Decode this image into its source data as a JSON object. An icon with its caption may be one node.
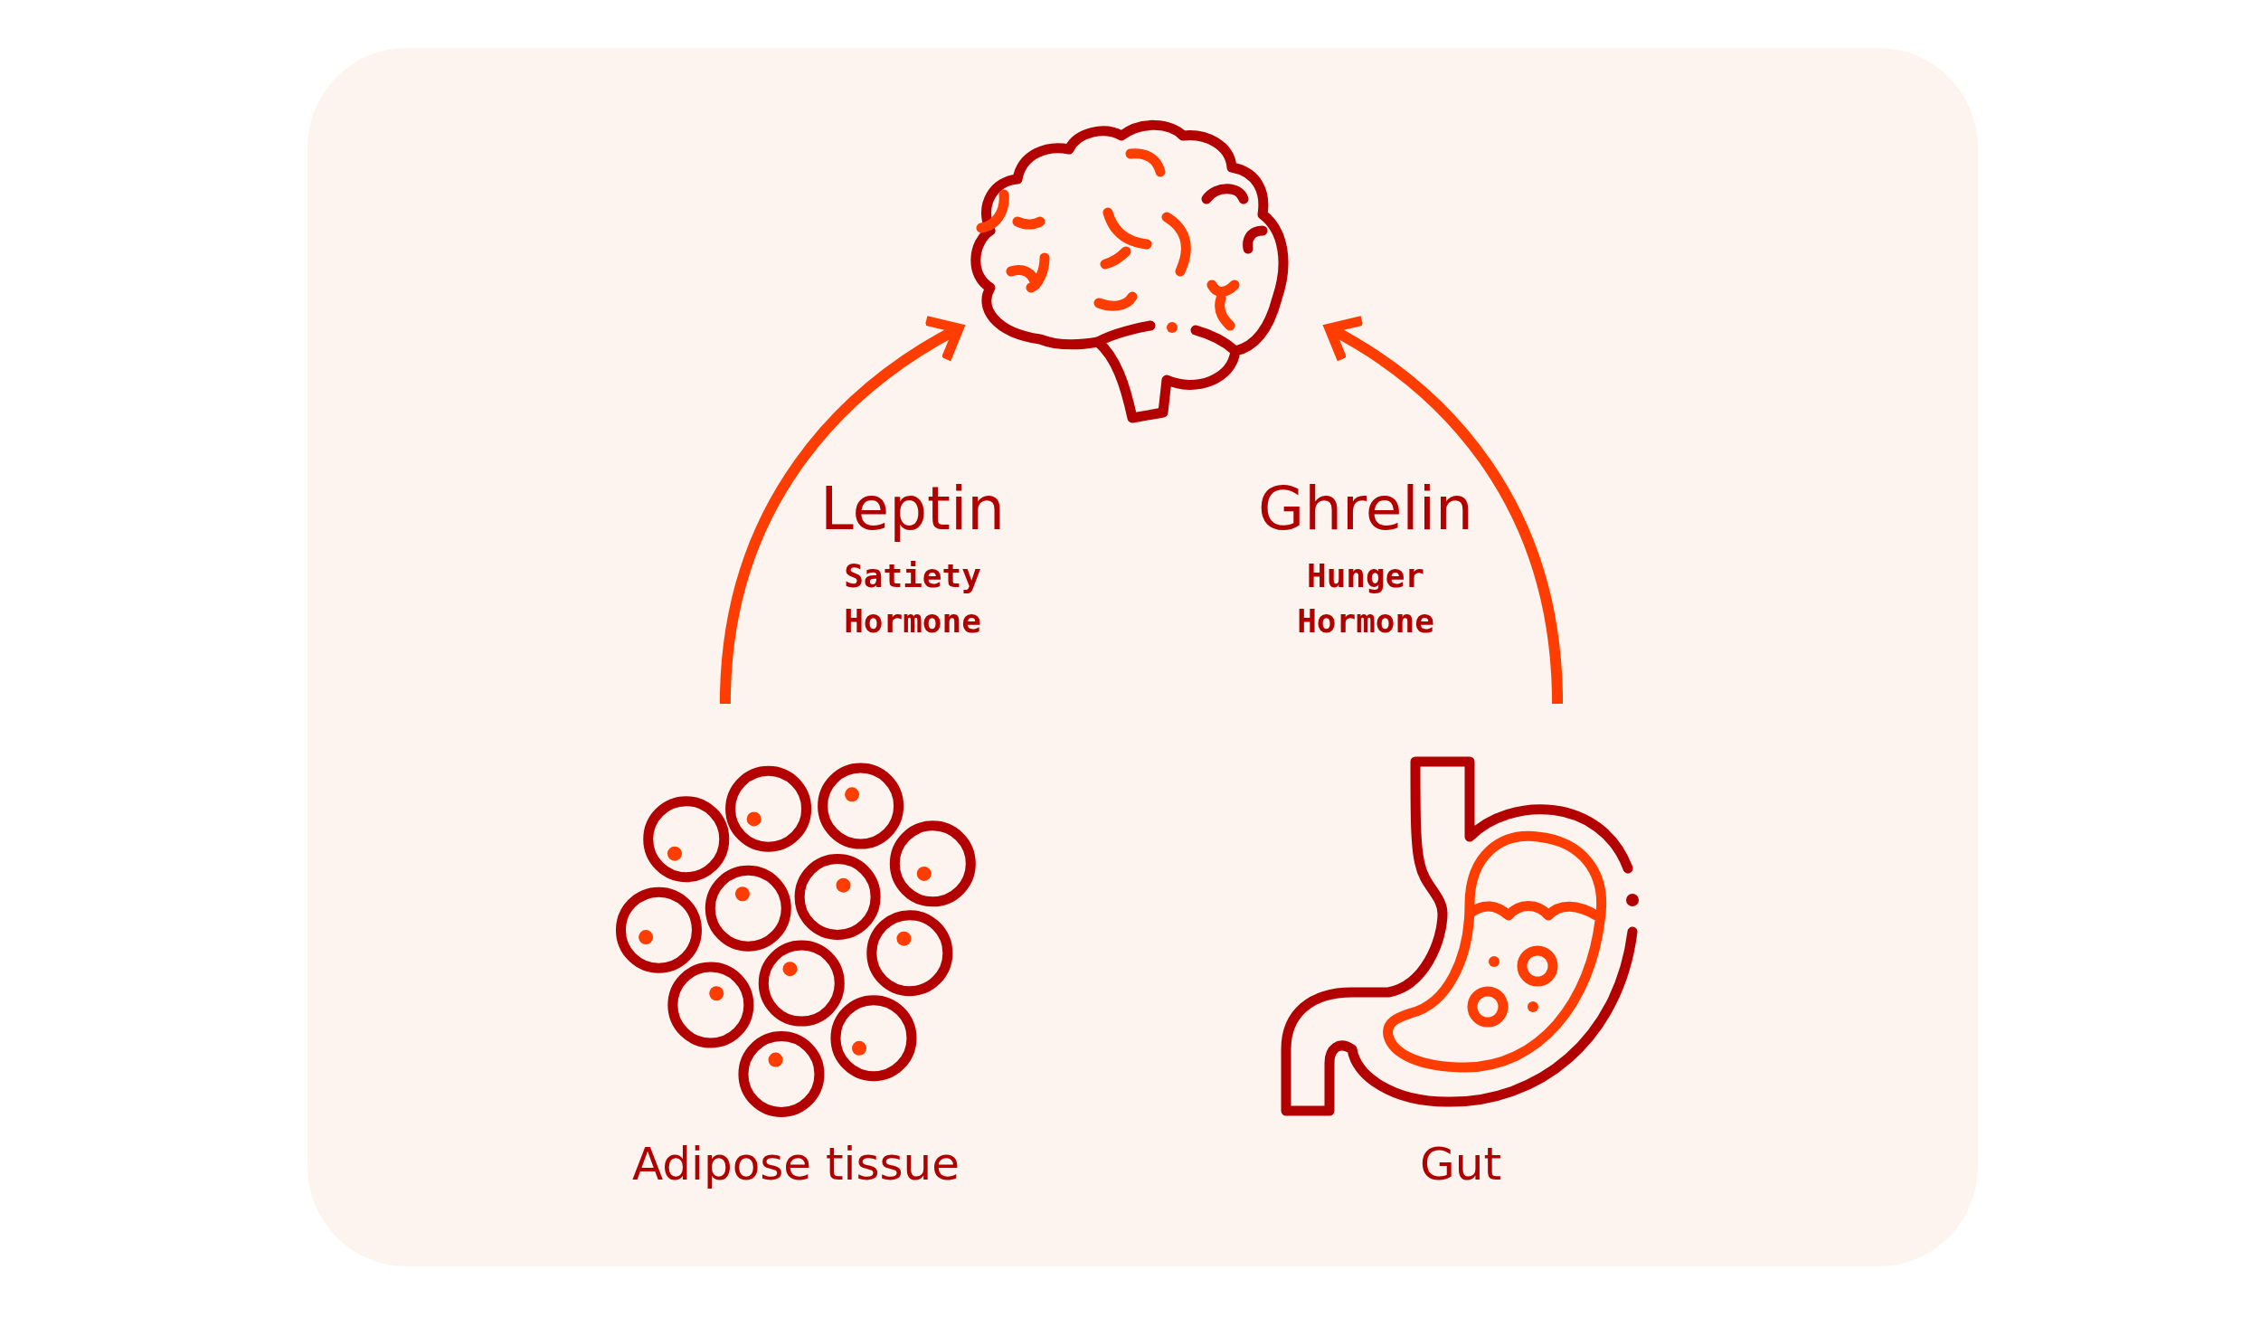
{
  "diagram": {
    "nodes": [
      {
        "text": [],
        "shape": "picture"
      },
      {
        "text": [
          "Adipose tissue"
        ]
      },
      {
        "text": [
          "Gut"
        ]
      }
    ],
    "edges": [
      {
        "from": 1,
        "to": 0,
        "arrow": "to",
        "label": "Leptin"
      },
      {
        "from": 2,
        "to": 0,
        "arrow": "to",
        "label": "Ghrelin"
      }
    ],
    "labels": [
      "Satiety Hormone",
      "Hunger Hormone"
    ]
  }
}
